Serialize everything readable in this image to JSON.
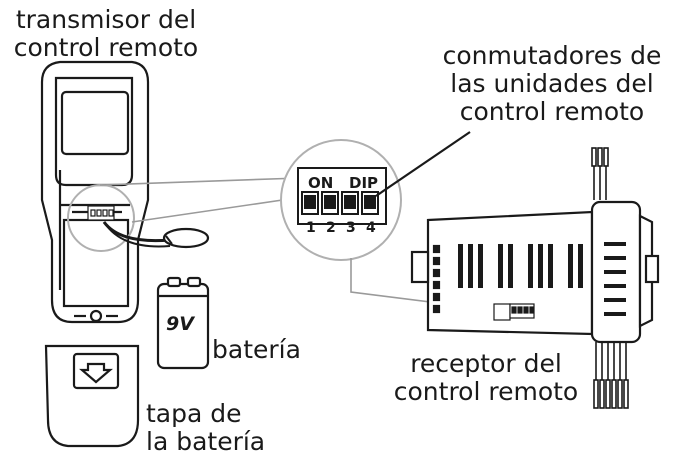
{
  "labels": {
    "transmitter": [
      "transmisor del",
      "control remoto"
    ],
    "dip_switches": [
      "conmutadores de",
      "las unidades del",
      "control remoto"
    ],
    "battery": "batería",
    "battery_cover": [
      "tapa de",
      "la batería"
    ],
    "receiver": [
      "receptor del",
      "control remoto"
    ]
  },
  "battery_marking": "9V",
  "dip_panel": {
    "on_label": "ON",
    "dip_label": "DIP",
    "switch_numbers": [
      "1",
      "2",
      "3",
      "4"
    ]
  },
  "colors": {
    "ink": "#1a1a1a",
    "leader": "#9a9a9a",
    "paper": "#ffffff"
  }
}
